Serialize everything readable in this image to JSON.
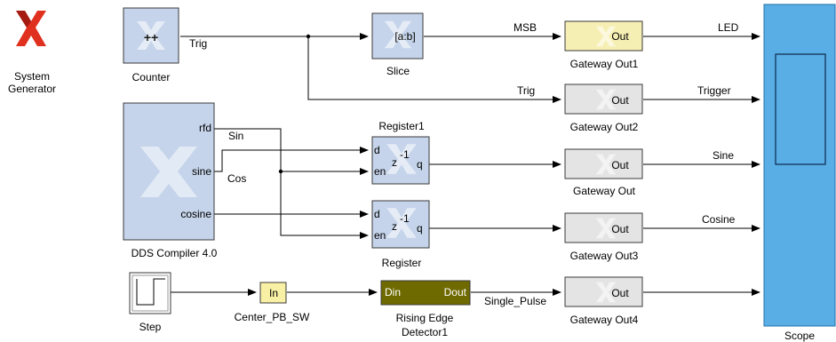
{
  "logo": {
    "line1": "System",
    "line2": "Generator"
  },
  "blocks": {
    "counter": {
      "label": "Counter",
      "glyph": "++"
    },
    "slice": {
      "label": "Slice",
      "glyph": "[a:b]"
    },
    "dds": {
      "label": "DDS Compiler 4.0",
      "ports": [
        "rfd",
        "sine",
        "cosine"
      ]
    },
    "register1": {
      "label": "Register1",
      "port_d": "d",
      "port_en": "en",
      "port_q": "q",
      "glyph": "z",
      "exp": "-1"
    },
    "register": {
      "label": "Register",
      "port_d": "d",
      "port_en": "en",
      "port_q": "q",
      "glyph": "z",
      "exp": "-1"
    },
    "step": {
      "label": "Step"
    },
    "center_pb": {
      "label": "Center_PB_SW",
      "glyph": "In"
    },
    "rising": {
      "label_line1": "Rising Edge",
      "label_line2": "Detector1",
      "port_in": "Din",
      "port_out": "Dout"
    },
    "gw_out1": {
      "label": "Gateway Out1",
      "glyph": "Out"
    },
    "gw_out2": {
      "label": "Gateway Out2",
      "glyph": "Out"
    },
    "gw_out": {
      "label": "Gateway Out",
      "glyph": "Out"
    },
    "gw_out3": {
      "label": "Gateway Out3",
      "glyph": "Out"
    },
    "gw_out4": {
      "label": "Gateway Out4",
      "glyph": "Out"
    },
    "scope": {
      "label": "Scope"
    }
  },
  "signals": {
    "trig_counter": "Trig",
    "msb": "MSB",
    "trig_gw2": "Trig",
    "sin": "Sin",
    "cos": "Cos",
    "led": "LED",
    "trigger": "Trigger",
    "sine": "Sine",
    "cosine": "Cosine",
    "single_pulse": "Single_Pulse"
  },
  "colors": {
    "xilinx_block": "#c5d4ea",
    "gateway_block": "#e4e4e4",
    "gateway_yellow": "#f6efb3",
    "input_yellow": "#f8f0a4",
    "rising_edge": "#6f6a00",
    "scope": "#5aaee6",
    "logo_red": "#e0301e"
  }
}
